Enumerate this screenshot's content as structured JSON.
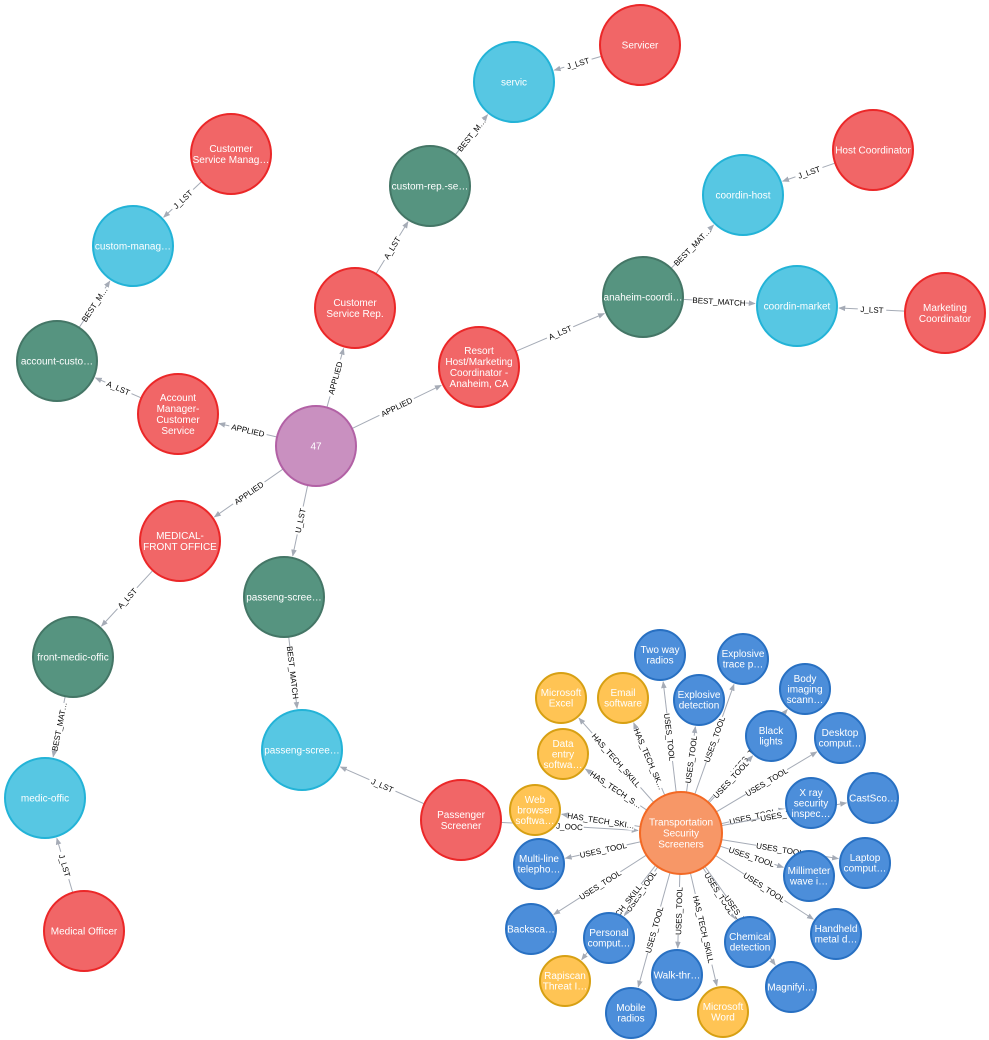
{
  "colors": {
    "Person": {
      "fill": "#c990c0",
      "stroke": "#b261a5",
      "text": "#ffffff"
    },
    "Job": {
      "fill": "#f16667",
      "stroke": "#eb2728",
      "text": "#ffffff"
    },
    "JobTitle": {
      "fill": "#569480",
      "stroke": "#447666",
      "text": "#ffffff"
    },
    "Occupation": {
      "fill": "#57c7e3",
      "stroke": "#23b3d7",
      "text": "#ffffff"
    },
    "OnetOccupation": {
      "fill": "#f79767",
      "stroke": "#f36924",
      "text": "#ffffff"
    },
    "Tool": {
      "fill": "#4c8eda",
      "stroke": "#2870c2",
      "text": "#ffffff"
    },
    "Skill": {
      "fill": "#ffc454",
      "stroke": "#d7a013",
      "text": "#604a0e"
    }
  },
  "nodes": [
    {
      "id": "p47",
      "label": "47",
      "kind": "Person"
    },
    {
      "id": "job_csr",
      "label": "Customer\nService Rep.",
      "kind": "Job"
    },
    {
      "id": "job_resort",
      "label": "Resort\nHost/Marketing\nCoordinator -\nAnaheim, CA",
      "kind": "Job"
    },
    {
      "id": "job_acct",
      "label": "Account\nManager-\nCustomer\nService",
      "kind": "Job"
    },
    {
      "id": "job_medfront",
      "label": "MEDICAL-\nFRONT OFFICE",
      "kind": "Job"
    },
    {
      "id": "job_passeng",
      "label": "Passenger\nScreener",
      "kind": "Job"
    },
    {
      "id": "job_servicer",
      "label": "Servicer",
      "kind": "Job"
    },
    {
      "id": "job_csmgr",
      "label": "Customer\nService Manag…",
      "kind": "Job"
    },
    {
      "id": "job_hostco",
      "label": "Host Coordinator",
      "kind": "Job"
    },
    {
      "id": "job_mktco",
      "label": "Marketing\nCoordinator",
      "kind": "Job"
    },
    {
      "id": "job_medoff",
      "label": "Medical Officer",
      "kind": "Job"
    },
    {
      "id": "jt_custrep",
      "label": "custom-rep.-se…",
      "kind": "JobTitle"
    },
    {
      "id": "jt_anaheim",
      "label": "anaheim-coordi…",
      "kind": "JobTitle"
    },
    {
      "id": "jt_acctcust",
      "label": "account-custo…",
      "kind": "JobTitle"
    },
    {
      "id": "jt_frontmed",
      "label": "front-medic-offic",
      "kind": "JobTitle"
    },
    {
      "id": "jt_passeng",
      "label": "passeng-scree…",
      "kind": "JobTitle"
    },
    {
      "id": "oc_servic",
      "label": "servic",
      "kind": "Occupation"
    },
    {
      "id": "oc_custmgr",
      "label": "custom-manag…",
      "kind": "Occupation"
    },
    {
      "id": "oc_coordhost",
      "label": "coordin-host",
      "kind": "Occupation"
    },
    {
      "id": "oc_coordmkt",
      "label": "coordin-market",
      "kind": "Occupation"
    },
    {
      "id": "oc_medic",
      "label": "medic-offic",
      "kind": "Occupation"
    },
    {
      "id": "oc_passeng",
      "label": "passeng-scree…",
      "kind": "Occupation"
    },
    {
      "id": "onet_tss",
      "label": "Transportation\nSecurity\nScreeners",
      "kind": "OnetOccupation"
    },
    {
      "id": "t_twoway",
      "label": "Two way\nradios",
      "kind": "Tool"
    },
    {
      "id": "t_exptrace",
      "label": "Explosive\ntrace p…",
      "kind": "Tool"
    },
    {
      "id": "t_expdet",
      "label": "Explosive\ndetection",
      "kind": "Tool"
    },
    {
      "id": "t_body",
      "label": "Body\nimaging\nscann…",
      "kind": "Tool"
    },
    {
      "id": "t_black",
      "label": "Black\nlights",
      "kind": "Tool"
    },
    {
      "id": "t_desktop",
      "label": "Desktop\ncomput…",
      "kind": "Tool"
    },
    {
      "id": "t_xray",
      "label": "X ray\nsecurity\ninspec…",
      "kind": "Tool"
    },
    {
      "id": "t_castsco",
      "label": "CastSco…",
      "kind": "Tool"
    },
    {
      "id": "t_laptop",
      "label": "Laptop\ncomput…",
      "kind": "Tool"
    },
    {
      "id": "t_mmwave",
      "label": "Millimeter\nwave i…",
      "kind": "Tool"
    },
    {
      "id": "t_handheld",
      "label": "Handheld\nmetal d…",
      "kind": "Tool"
    },
    {
      "id": "t_chem",
      "label": "Chemical\ndetection",
      "kind": "Tool"
    },
    {
      "id": "t_magn",
      "label": "Magnifyi…",
      "kind": "Tool"
    },
    {
      "id": "t_walk",
      "label": "Walk-thr…",
      "kind": "Tool"
    },
    {
      "id": "t_mobile",
      "label": "Mobile\nradios",
      "kind": "Tool"
    },
    {
      "id": "t_personal",
      "label": "Personal\ncomput…",
      "kind": "Tool"
    },
    {
      "id": "t_backsca",
      "label": "Backsca…",
      "kind": "Tool"
    },
    {
      "id": "t_multiline",
      "label": "Multi-line\ntelepho…",
      "kind": "Tool"
    },
    {
      "id": "s_excel",
      "label": "Microsoft\nExcel",
      "kind": "Skill"
    },
    {
      "id": "s_email",
      "label": "Email\nsoftware",
      "kind": "Skill"
    },
    {
      "id": "s_dataentry",
      "label": "Data\nentry\nsoftwa…",
      "kind": "Skill"
    },
    {
      "id": "s_web",
      "label": "Web\nbrowser\nsoftwa…",
      "kind": "Skill"
    },
    {
      "id": "s_rapiscan",
      "label": "Rapiscan\nThreat I…",
      "kind": "Skill"
    },
    {
      "id": "s_word",
      "label": "Microsoft\nWord",
      "kind": "Skill"
    }
  ],
  "edges": [
    {
      "from": "p47",
      "to": "job_csr",
      "label": "APPLIED"
    },
    {
      "from": "p47",
      "to": "job_resort",
      "label": "APPLIED"
    },
    {
      "from": "p47",
      "to": "job_acct",
      "label": "APPLIED"
    },
    {
      "from": "p47",
      "to": "job_medfront",
      "label": "APPLIED"
    },
    {
      "from": "p47",
      "to": "jt_passeng",
      "label": "U_LST"
    },
    {
      "from": "job_csr",
      "to": "jt_custrep",
      "label": "A_LST"
    },
    {
      "from": "jt_custrep",
      "to": "oc_servic",
      "label": "BEST_M…"
    },
    {
      "from": "job_servicer",
      "to": "oc_servic",
      "label": "J_LST"
    },
    {
      "from": "job_resort",
      "to": "jt_anaheim",
      "label": "A_LST"
    },
    {
      "from": "jt_anaheim",
      "to": "oc_coordhost",
      "label": "BEST_MAT…"
    },
    {
      "from": "jt_anaheim",
      "to": "oc_coordmkt",
      "label": "BEST_MATCH"
    },
    {
      "from": "job_hostco",
      "to": "oc_coordhost",
      "label": "J_LST"
    },
    {
      "from": "job_mktco",
      "to": "oc_coordmkt",
      "label": "J_LST"
    },
    {
      "from": "job_acct",
      "to": "jt_acctcust",
      "label": "A_LST"
    },
    {
      "from": "jt_acctcust",
      "to": "oc_custmgr",
      "label": "BEST_M…"
    },
    {
      "from": "job_csmgr",
      "to": "oc_custmgr",
      "label": "J_LST"
    },
    {
      "from": "job_medfront",
      "to": "jt_frontmed",
      "label": "A_LST"
    },
    {
      "from": "jt_frontmed",
      "to": "oc_medic",
      "label": "BEST_MAT…"
    },
    {
      "from": "job_medoff",
      "to": "oc_medic",
      "label": "J_LST"
    },
    {
      "from": "jt_passeng",
      "to": "oc_passeng",
      "label": "BEST_MATCH"
    },
    {
      "from": "job_passeng",
      "to": "oc_passeng",
      "label": "J_LST"
    },
    {
      "from": "job_passeng",
      "to": "onet_tss",
      "label": "J_OOC"
    },
    {
      "from": "onet_tss",
      "to": "t_twoway",
      "label": "USES_TOOL"
    },
    {
      "from": "onet_tss",
      "to": "t_exptrace",
      "label": "USES_TOOL"
    },
    {
      "from": "onet_tss",
      "to": "t_expdet",
      "label": "USES_TOOL"
    },
    {
      "from": "onet_tss",
      "to": "t_body",
      "label": "USES_TOOL"
    },
    {
      "from": "onet_tss",
      "to": "t_black",
      "label": "USES_TOOL"
    },
    {
      "from": "onet_tss",
      "to": "t_desktop",
      "label": "USES_TOOL"
    },
    {
      "from": "onet_tss",
      "to": "t_xray",
      "label": "USES_TOOL"
    },
    {
      "from": "onet_tss",
      "to": "t_castsco",
      "label": "USES_TOOL"
    },
    {
      "from": "onet_tss",
      "to": "t_laptop",
      "label": "USES_TOOL"
    },
    {
      "from": "onet_tss",
      "to": "t_mmwave",
      "label": "USES_TOOL"
    },
    {
      "from": "onet_tss",
      "to": "t_handheld",
      "label": "USES_TOOL"
    },
    {
      "from": "onet_tss",
      "to": "t_chem",
      "label": "USES_TOOL"
    },
    {
      "from": "onet_tss",
      "to": "t_magn",
      "label": "USES_TOOL"
    },
    {
      "from": "onet_tss",
      "to": "t_walk",
      "label": "USES_TOOL"
    },
    {
      "from": "onet_tss",
      "to": "t_mobile",
      "label": "USES_TOOL"
    },
    {
      "from": "onet_tss",
      "to": "t_personal",
      "label": "USES_TOOL"
    },
    {
      "from": "onet_tss",
      "to": "t_backsca",
      "label": "USES_TOOL"
    },
    {
      "from": "onet_tss",
      "to": "t_multiline",
      "label": "USES_TOOL"
    },
    {
      "from": "onet_tss",
      "to": "s_excel",
      "label": "HAS_TECH_SKILL"
    },
    {
      "from": "onet_tss",
      "to": "s_email",
      "label": "HAS_TECH_SK…"
    },
    {
      "from": "onet_tss",
      "to": "s_dataentry",
      "label": "HAS_TECH_S…"
    },
    {
      "from": "onet_tss",
      "to": "s_web",
      "label": "HAS_TECH_SKI…"
    },
    {
      "from": "onet_tss",
      "to": "s_rapiscan",
      "label": "HAS_TECH_SKILL"
    },
    {
      "from": "onet_tss",
      "to": "s_word",
      "label": "HAS_TECH_SKILL"
    }
  ]
}
